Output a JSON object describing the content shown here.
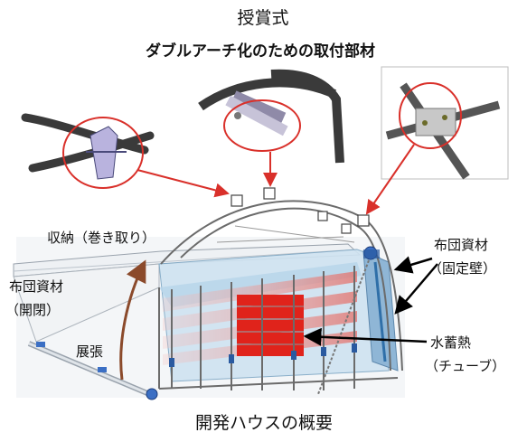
{
  "header": {
    "title": "授賞式",
    "subtitle": "ダブルアーチ化のための取付部材"
  },
  "labels": {
    "storage": "収納（巻き取り）",
    "futon_left_line1": "布団資材",
    "futon_left_line2": "（開閉）",
    "extend": "展張",
    "futon_right_line1": "布団資材",
    "futon_right_line2": "（固定壁）",
    "water_line1": "水蓄熱",
    "water_line2": "（チューブ）"
  },
  "caption": "開発ハウスの概要",
  "colors": {
    "callout_red": "#d9302a",
    "tube_red": "#e0231b",
    "panel_blue": "#a9cde6",
    "frame_gray": "#6b6b6b",
    "brown_arrow": "#8b4a2b",
    "clamp_purple": "#b9b3de"
  }
}
